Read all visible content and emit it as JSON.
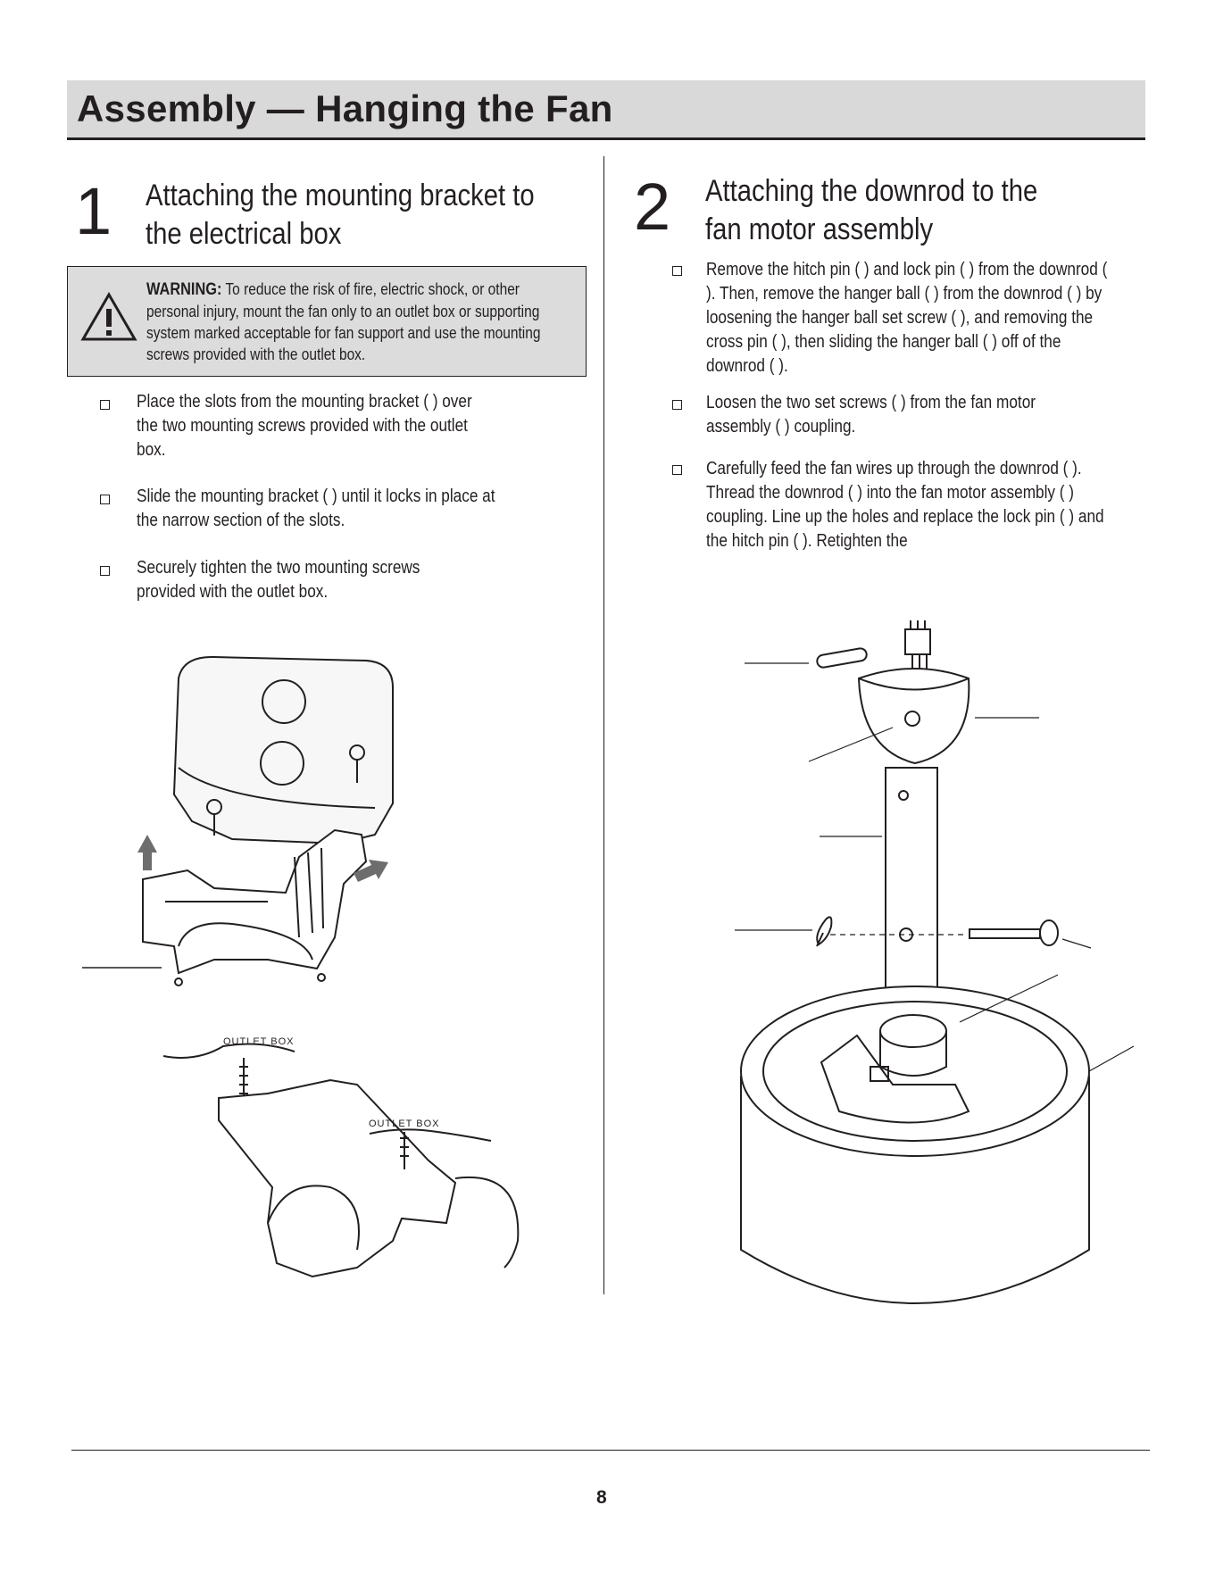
{
  "header": {
    "title": "Assembly — Hanging the Fan"
  },
  "step1": {
    "number": "1",
    "title_line1": "Attaching the mounting bracket to",
    "title_line2": "the electrical box",
    "warning_label": "WARNING:",
    "warning_text": "To reduce the risk of fire, electric shock, or other personal injury, mount the fan only to an outlet box or supporting system marked acceptable for fan support and use the mounting screws provided with the outlet box.",
    "bullets": [
      "Place the slots from the mounting bracket ( ) over the two mounting screws provided with the outlet box.",
      "Slide the mounting bracket ( ) until it locks in place at the narrow section of the slots.",
      "Securely tighten the two mounting screws provided with the outlet box."
    ],
    "label_outlet_box_1": "OUTLET BOX",
    "label_outlet_box_2": "OUTLET BOX"
  },
  "step2": {
    "number": "2",
    "title_line1": "Attaching the downrod to the",
    "title_line2": "fan motor assembly",
    "bullets": [
      "Remove the hitch pin (    ) and lock pin (    ) from the downrod ( ). Then, remove the hanger ball ( ) from the downrod ( ) by loosening the hanger ball set screw (    ), and removing the cross pin (    ), then sliding the hanger ball ( ) off of the downrod ( ).",
      "Loosen the two set screws ( ) from the fan motor assembly ( ) coupling.",
      "Carefully feed the fan wires up through the downrod ( ). Thread the downrod ( ) into the fan motor assembly ( ) coupling. Line up the holes and replace the lock pin (    ) and the hitch pin (    ). Retighten the"
    ]
  },
  "footer": {
    "page_number": "8"
  }
}
